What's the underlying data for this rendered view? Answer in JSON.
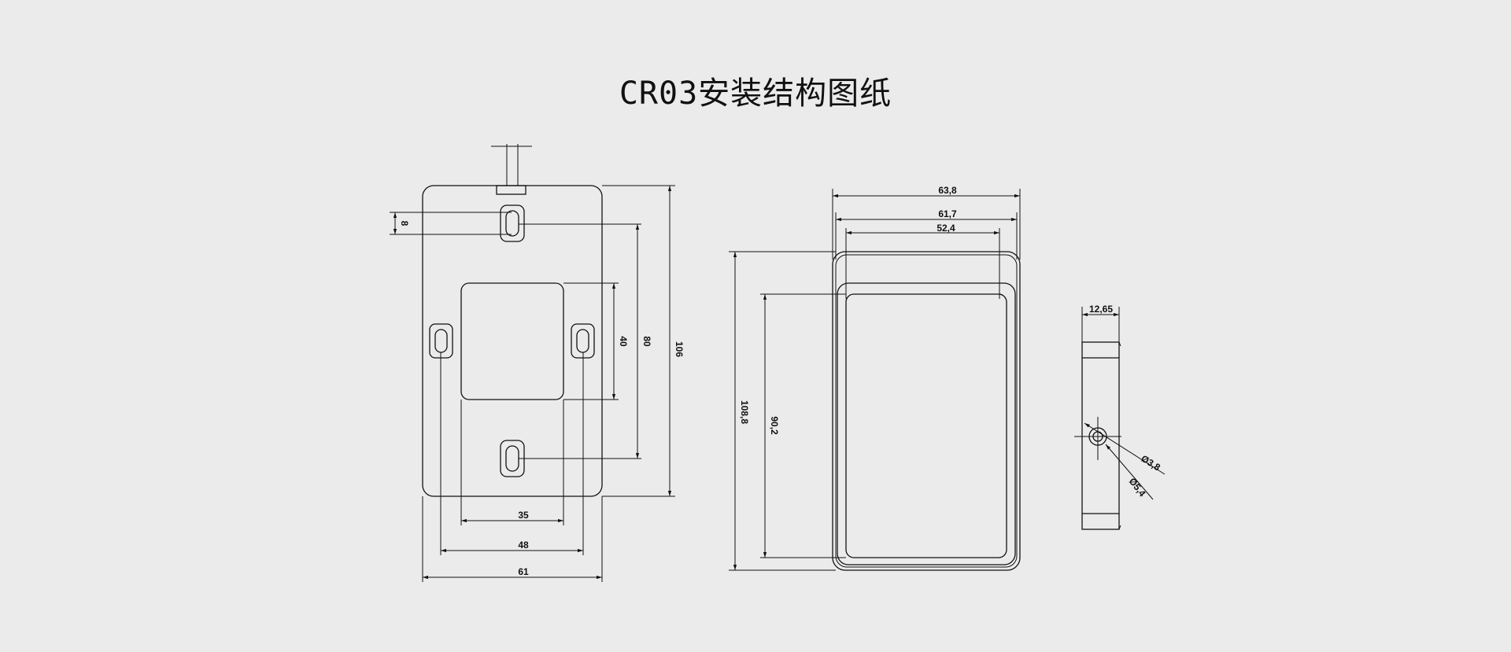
{
  "title": "CR03安装结构图纸",
  "colors": {
    "background": "#ebebeb",
    "line": "#111111"
  },
  "drawing_back": {
    "dims": {
      "hole_height": "8",
      "window_height": "40",
      "slot_pitch": "80",
      "total_height": "106",
      "window_width": "35",
      "hole_spacing": "48",
      "total_width": "61"
    }
  },
  "drawing_front": {
    "dims": {
      "outer_width": "63,8",
      "mid_width": "61,7",
      "inner_width": "52,4",
      "outer_height": "108,8",
      "inner_height": "90,2"
    }
  },
  "drawing_side": {
    "dims": {
      "depth": "12,65",
      "hole_small": "Ø3,8",
      "hole_large": "Ø5,4"
    }
  }
}
